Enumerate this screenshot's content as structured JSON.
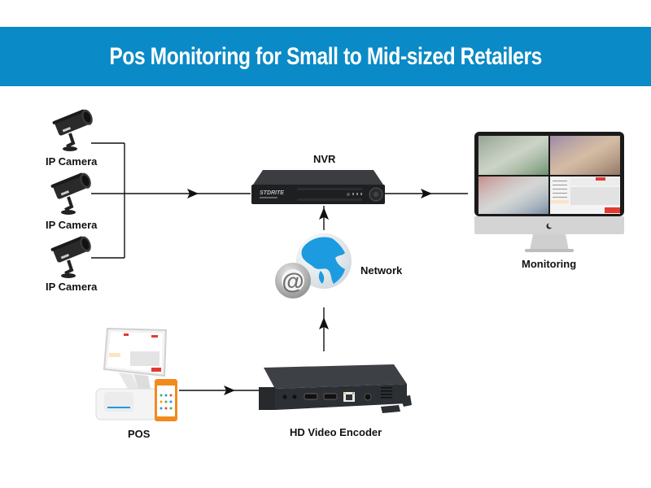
{
  "header": {
    "title": "Pos Monitoring for Small to Mid-sized Retailers",
    "background_color": "#0a8ac6"
  },
  "nodes": {
    "cameras": [
      {
        "label": "IP Camera",
        "icon": "cctv-camera-icon"
      },
      {
        "label": "IP Camera",
        "icon": "cctv-camera-icon"
      },
      {
        "label": "IP Camera",
        "icon": "cctv-camera-icon"
      }
    ],
    "nvr": {
      "label": "NVR",
      "icon": "nvr-recorder-icon",
      "brand_text": "STDRITE"
    },
    "monitoring": {
      "label": "Monitoring",
      "icon": "desktop-monitor-icon"
    },
    "network": {
      "label": "Network",
      "icon": "globe-at-sign-icon"
    },
    "pos": {
      "label": "POS",
      "icon": "pos-terminal-icon"
    },
    "encoder": {
      "label": "HD Video Encoder",
      "icon": "video-encoder-icon"
    }
  },
  "connections": [
    {
      "from": "IP Camera x3",
      "to": "NVR"
    },
    {
      "from": "NVR",
      "to": "Monitoring"
    },
    {
      "from": "POS",
      "to": "HD Video Encoder"
    },
    {
      "from": "HD Video Encoder",
      "to": "Network"
    },
    {
      "from": "Network",
      "to": "NVR"
    }
  ]
}
